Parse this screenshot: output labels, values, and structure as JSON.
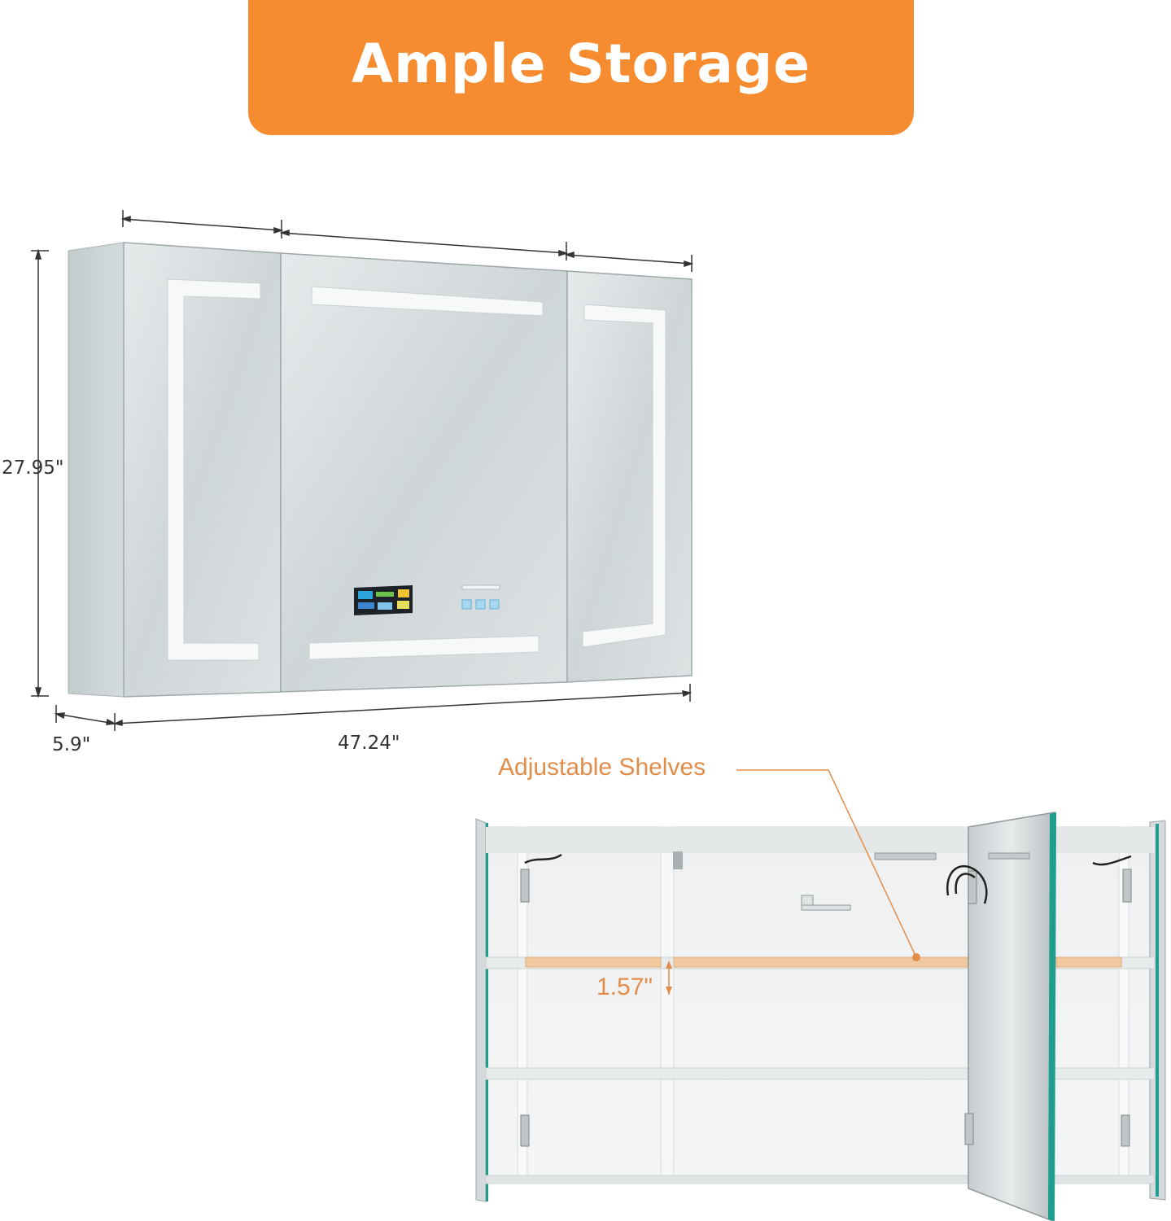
{
  "banner": {
    "title": "Ample Storage"
  },
  "dimensions": {
    "height": "27.95\"",
    "depth": "5.9\"",
    "width": "47.24\""
  },
  "callouts": {
    "adjustable_shelves": "Adjustable Shelves",
    "shelf_gap": "1.57\""
  },
  "colors": {
    "accent": "#f68b2f",
    "callout_text": "#e38d4a",
    "shelf": "#f0c9a0"
  }
}
